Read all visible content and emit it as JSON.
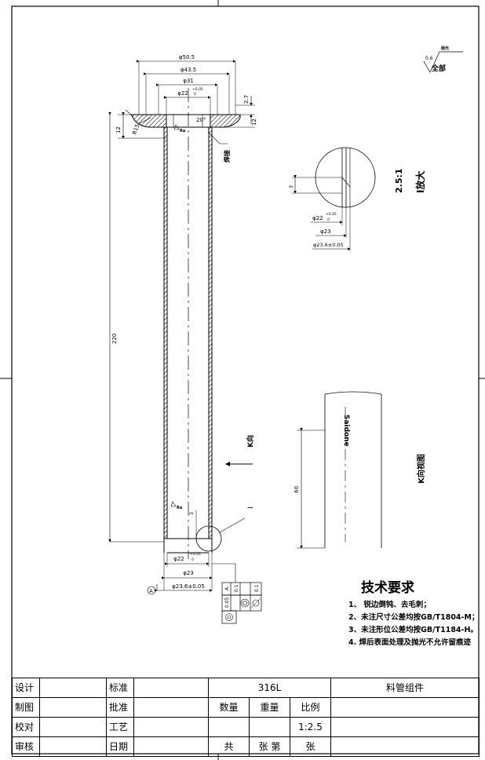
{
  "dims": {
    "d50_5": "φ50.5",
    "d43_5": "φ43.5",
    "d31": "φ31",
    "d22_tol": "φ22",
    "tol_plus": "+0.05",
    "tol_zero": "0",
    "dim_2_7": "2.7",
    "dim_12_left": "12",
    "dim_12_right": "12",
    "r15": "R15",
    "angle_20": "20°",
    "length_220": "220",
    "bottom_d22": "φ22",
    "bottom_d23": "φ23",
    "bottom_d23_6": "φ23.6±0.05",
    "bottom_3": "3",
    "detail_3": "3",
    "detail_d22": "φ22",
    "detail_d23": "φ23",
    "detail_d23_6": "φ23.6±0.05",
    "k_height_60": "60"
  },
  "labels": {
    "weld": "焊接",
    "k_arrow": "K向",
    "detail_marker": "I",
    "detail_title": "I放大",
    "detail_scale": "2.5:1",
    "k_view_title": "K向视图",
    "saidone": "Saidone",
    "roughness_value": "0.6",
    "roughness_method": "抛光",
    "roughness_scope": "全部",
    "surface_mark_top": "Ra",
    "surface_mark_bottom": "Ra",
    "datum": "A"
  },
  "tolerance": {
    "row1_datum": "A",
    "row1_value_a": "0.1",
    "row1_value_b": "0.1",
    "row2_value": "0.05"
  },
  "tech_requirements": {
    "heading": "技术要求",
    "items": [
      "1、 锐边倒钝、去毛刺；",
      "2、未注尺寸公差均按GB/T1804-M；",
      "3、未注形位公差均按GB/T1184-H。",
      "4. 焊后表面处理及抛光不允许留痕迹"
    ]
  },
  "title_block": {
    "design": "设计",
    "drawing": "制图",
    "check": "校对",
    "review": "审核",
    "standard": "标准",
    "approve": "批准",
    "process": "工艺",
    "date": "日期",
    "material": "316L",
    "qty": "数量",
    "weight": "重量",
    "scale": "比例",
    "scale_value": "1:2.5",
    "part_name": "料管组件",
    "total": "共",
    "sheets": "张 第",
    "sheet": "张"
  }
}
